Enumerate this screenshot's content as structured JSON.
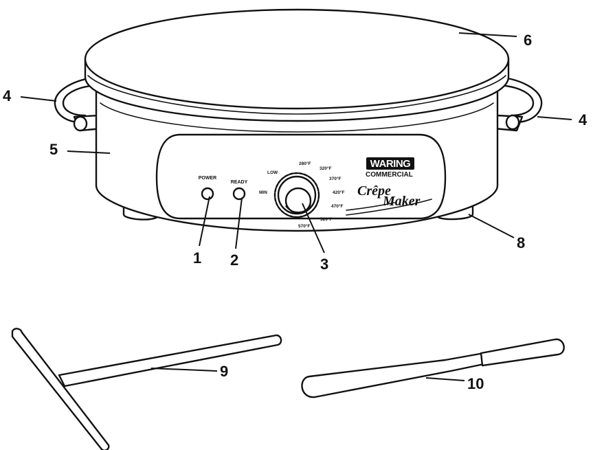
{
  "controls": {
    "power_label": "POWER",
    "ready_label": "READY"
  },
  "dial": {
    "labels": [
      "MIN",
      "LOW",
      "280°F",
      "320°F",
      "370°F",
      "420°F",
      "470°F",
      "520°F",
      "570°F"
    ]
  },
  "branding": {
    "brand": "WARING",
    "sub": "COMMERCIAL",
    "product_line1": "Crêpe",
    "product_line2": "Maker"
  },
  "callouts": {
    "c1": "1",
    "c2": "2",
    "c3": "3",
    "c4_left": "4",
    "c4_right": "4",
    "c5": "5",
    "c6": "6",
    "c8": "8",
    "c9": "9",
    "c10": "10"
  }
}
